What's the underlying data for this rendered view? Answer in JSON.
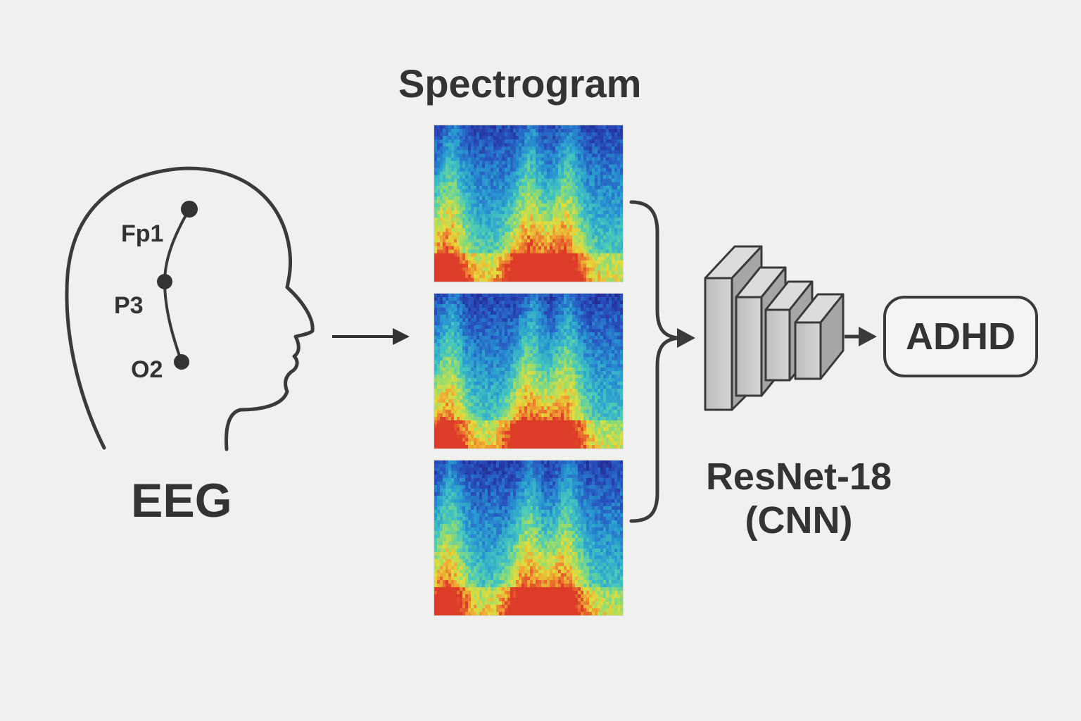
{
  "diagram": {
    "eeg": {
      "title": "EEG",
      "electrodes": [
        {
          "label": "Fp1"
        },
        {
          "label": "P3"
        },
        {
          "label": "O2"
        }
      ]
    },
    "spectrogram": {
      "title": "Spectrogram",
      "panel_count": 3
    },
    "model": {
      "name_line1": "ResNet-18",
      "name_line2": "(CNN)"
    },
    "output": {
      "label": "ADHD"
    },
    "colors": {
      "background": "#f0f0ef",
      "line": "#3a3a3a",
      "block_face": "#c9c9c9",
      "block_side": "#a6a6a6",
      "block_top": "#dcdcdc",
      "spectro_low": "#2b3a9a",
      "spectro_mid": "#3fc0c8",
      "spectro_high": "#e0442a"
    }
  }
}
